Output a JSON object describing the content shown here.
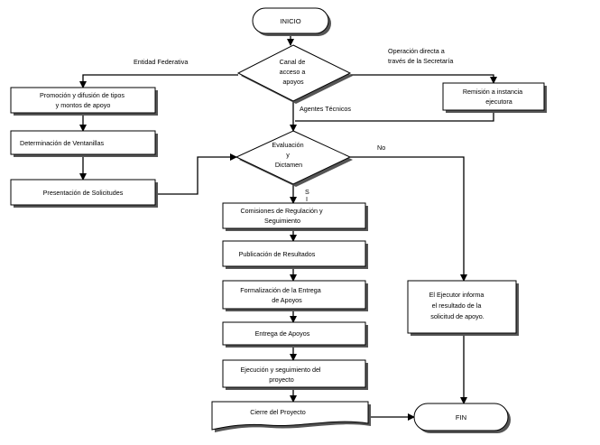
{
  "nodes": {
    "inicio": [
      "INICIO"
    ],
    "canal": [
      "Canal de",
      "acceso a",
      "apoyos"
    ],
    "promocion": [
      "Promoción y difusión de tipos",
      "y montos de apoyo"
    ],
    "ventanillas": [
      "Determinación de Ventanillas"
    ],
    "presentacion": [
      "Presentación de Solicitudes"
    ],
    "remision": [
      "Remisión a instancia",
      "ejecutora"
    ],
    "evaluacion": [
      "Evaluación",
      "y",
      "Dictamen"
    ],
    "comisiones": [
      "Comisiones de Regulación y",
      "Seguimiento"
    ],
    "publicacion": [
      "Publicación de Resultados"
    ],
    "formalizacion": [
      "Formalización de la Entrega",
      "de Apoyos"
    ],
    "entrega": [
      "Entrega de Apoyos"
    ],
    "ejecucion": [
      "Ejecución y seguimiento del",
      "proyecto"
    ],
    "cierre": [
      "Cierre del Proyecto"
    ],
    "ejecutor": [
      "El Ejecutor informa",
      "el resultado de la",
      "solicitud de apoyo."
    ],
    "fin": [
      "FIN"
    ]
  },
  "edges": {
    "entidad": [
      "Entidad Federativa"
    ],
    "operacion": [
      "Operación directa a",
      "través de la Secretaría"
    ],
    "agentes": [
      "Agentes Técnicos"
    ],
    "no": [
      "No"
    ],
    "si": [
      "S",
      "I"
    ]
  }
}
